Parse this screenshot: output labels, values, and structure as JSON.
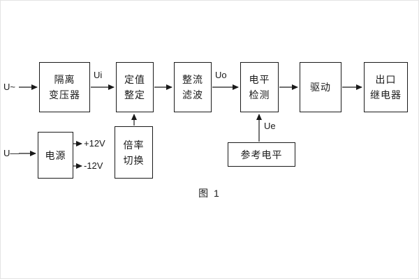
{
  "caption": "图 1",
  "signals": {
    "u_ac": "U~",
    "u_dc": "U—",
    "ui": "Ui",
    "uo": "Uo",
    "ue": "Ue",
    "plus12": "+12V",
    "minus12": "-12V"
  },
  "blocks": {
    "isolation_transformer": {
      "line1": "隔离",
      "line2": "变压器"
    },
    "setting_adjust": {
      "line1": "定值",
      "line2": "整定"
    },
    "rectifier_filter": {
      "line1": "整流",
      "line2": "滤波"
    },
    "level_detect": {
      "line1": "电平",
      "line2": "检测"
    },
    "driver": {
      "line1": "驱动"
    },
    "output_relay": {
      "line1": "出口",
      "line2": "继电器"
    },
    "power_supply": {
      "line1": "电源"
    },
    "ratio_switch": {
      "line1": "倍率",
      "line2": "切换"
    },
    "reference_level": {
      "line1": "参考电平"
    }
  }
}
